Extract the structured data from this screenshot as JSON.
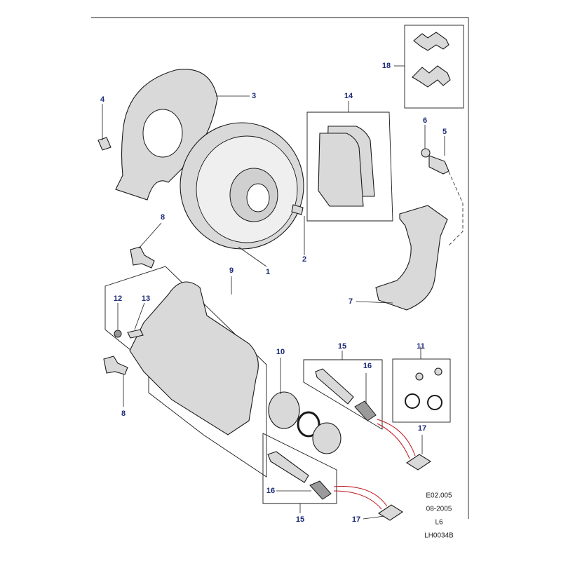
{
  "diagram": {
    "callouts": [
      {
        "id": "c1",
        "label": "1"
      },
      {
        "id": "c2",
        "label": "2"
      },
      {
        "id": "c3",
        "label": "3"
      },
      {
        "id": "c4",
        "label": "4"
      },
      {
        "id": "c5",
        "label": "5"
      },
      {
        "id": "c6",
        "label": "6"
      },
      {
        "id": "c7",
        "label": "7"
      },
      {
        "id": "c8a",
        "label": "8"
      },
      {
        "id": "c8b",
        "label": "8"
      },
      {
        "id": "c9",
        "label": "9"
      },
      {
        "id": "c10",
        "label": "10"
      },
      {
        "id": "c11",
        "label": "11"
      },
      {
        "id": "c12",
        "label": "12"
      },
      {
        "id": "c13",
        "label": "13"
      },
      {
        "id": "c14",
        "label": "14"
      },
      {
        "id": "c15a",
        "label": "15"
      },
      {
        "id": "c15b",
        "label": "15"
      },
      {
        "id": "c16a",
        "label": "16"
      },
      {
        "id": "c16b",
        "label": "16"
      },
      {
        "id": "c17a",
        "label": "17"
      },
      {
        "id": "c17b",
        "label": "17"
      },
      {
        "id": "c18",
        "label": "18"
      }
    ],
    "reference": {
      "code": "E02.005",
      "date": "08-2005",
      "model": "L6",
      "drawing_id": "LH0034B"
    },
    "colors": {
      "callout": "#1c2a78",
      "line": "#1a1a1a",
      "wire": "#c2151b",
      "part_fill": "#d9d9d9"
    }
  }
}
